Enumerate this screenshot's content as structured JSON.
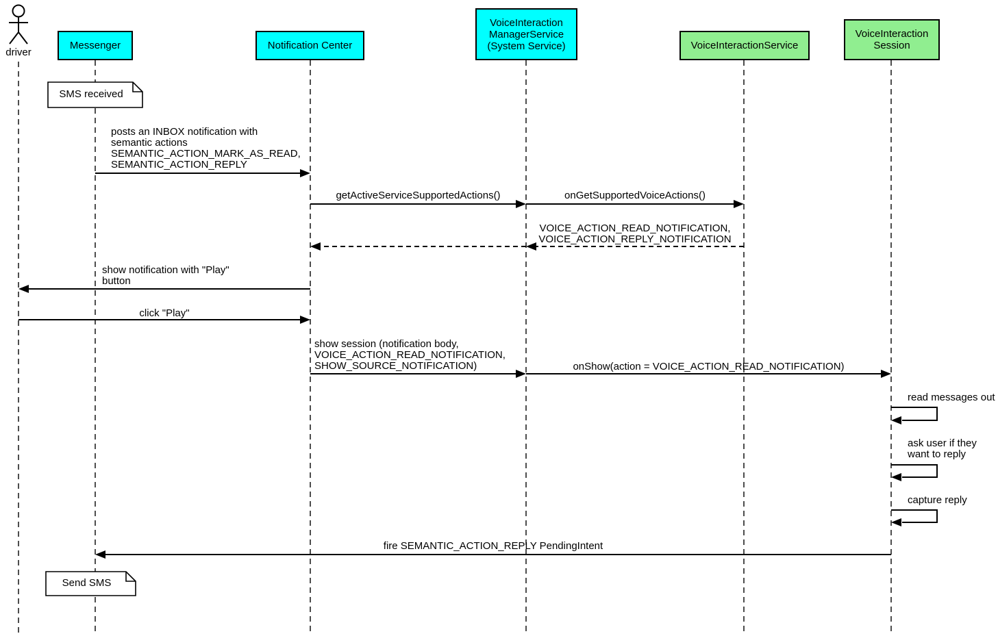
{
  "diagram_type": "uml-sequence",
  "actor_label": "driver",
  "participants": [
    {
      "label": "Messenger",
      "color": "#00ffff"
    },
    {
      "label": "Notification Center",
      "color": "#00ffff"
    },
    {
      "label": "VoiceInteraction\nManagerService\n(System Service)",
      "color": "#00ffff"
    },
    {
      "label": "VoiceInteractionService",
      "color": "#90ee90"
    },
    {
      "label": "VoiceInteraction\nSession",
      "color": "#90ee90"
    }
  ],
  "notes": [
    {
      "label": "SMS received",
      "attached_to": "Messenger"
    },
    {
      "label": "Send SMS",
      "attached_to": "Messenger"
    }
  ],
  "messages": [
    {
      "from": "Messenger",
      "to": "Notification Center",
      "style": "solid",
      "label": "posts an INBOX notification with\nsemantic actions\nSEMANTIC_ACTION_MARK_AS_READ,\nSEMANTIC_ACTION_REPLY"
    },
    {
      "from": "Notification Center",
      "to": "VoiceInteractionManagerService",
      "style": "solid",
      "label": "getActiveServiceSupportedActions()"
    },
    {
      "from": "VoiceInteractionManagerService",
      "to": "VoiceInteractionService",
      "style": "solid",
      "label": "onGetSupportedVoiceActions()"
    },
    {
      "from": "VoiceInteractionService",
      "to": "VoiceInteractionManagerService",
      "style": "dashed",
      "label": "VOICE_ACTION_READ_NOTIFICATION,\nVOICE_ACTION_REPLY_NOTIFICATION"
    },
    {
      "from": "VoiceInteractionManagerService",
      "to": "Notification Center",
      "style": "dashed",
      "label": ""
    },
    {
      "from": "Notification Center",
      "to": "driver",
      "style": "solid",
      "label": "show notification with \"Play\"\nbutton"
    },
    {
      "from": "driver",
      "to": "Notification Center",
      "style": "solid",
      "label": "click \"Play\""
    },
    {
      "from": "Notification Center",
      "to": "VoiceInteractionManagerService",
      "style": "solid",
      "label": "show session (notification body,\nVOICE_ACTION_READ_NOTIFICATION,\nSHOW_SOURCE_NOTIFICATION)"
    },
    {
      "from": "VoiceInteractionManagerService",
      "to": "VoiceInteractionSession",
      "style": "solid",
      "label": "onShow(action = VOICE_ACTION_READ_NOTIFICATION)"
    },
    {
      "from": "VoiceInteractionSession",
      "to": "VoiceInteractionSession",
      "style": "self",
      "label": "read messages out"
    },
    {
      "from": "VoiceInteractionSession",
      "to": "VoiceInteractionSession",
      "style": "self",
      "label": "ask user if they\nwant to reply"
    },
    {
      "from": "VoiceInteractionSession",
      "to": "VoiceInteractionSession",
      "style": "self",
      "label": "capture reply"
    },
    {
      "from": "VoiceInteractionSession",
      "to": "Messenger",
      "style": "solid",
      "label": "fire SEMANTIC_ACTION_REPLY PendingIntent"
    }
  ],
  "colors": {
    "participant_cyan": "#00ffff",
    "participant_green": "#90ee90",
    "line": "#000000",
    "background": "#ffffff"
  }
}
